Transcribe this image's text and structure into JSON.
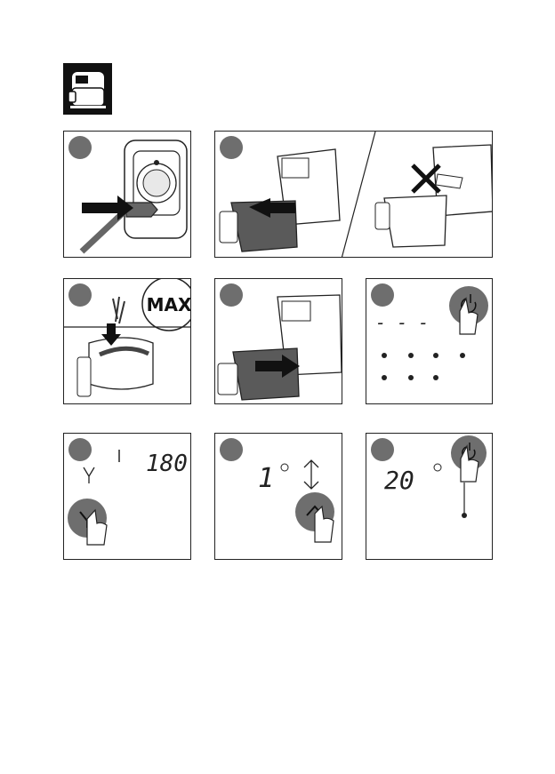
{
  "figure_labels": {
    "max_label": "MAX",
    "display_dashes": "- - -",
    "temperature_reading": "180",
    "time_step_reading": "1",
    "time_reading": "20"
  },
  "colors": {
    "outline": "#222222",
    "appliance_fill": "#ffffff",
    "basket_dark": "#5a5a5a",
    "step_circle": "#6e6e6e",
    "arrow": "#111111"
  }
}
